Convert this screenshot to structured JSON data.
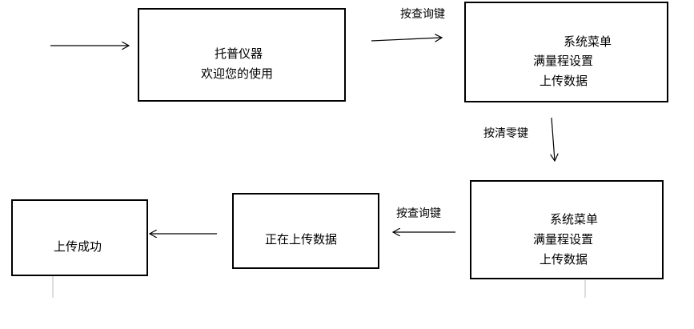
{
  "nodes": {
    "start": {
      "line1": "托普仪器",
      "line2": "欢迎您的使用"
    },
    "menu_top": {
      "line1": "系统菜单",
      "line2": "满量程设置",
      "line3": "上传数据"
    },
    "menu_bottom": {
      "line1": "系统菜单",
      "line2": "满量程设置",
      "line3": "上传数据"
    },
    "uploading": {
      "text": "正在上传数据"
    },
    "done": {
      "text": "上传成功"
    }
  },
  "edges": {
    "query_key_top": "按查询键",
    "clear_key": "按清零键",
    "query_key_bottom": "按查询键"
  },
  "colors": {
    "line": "#000000",
    "tick": "#bbbbbb"
  }
}
